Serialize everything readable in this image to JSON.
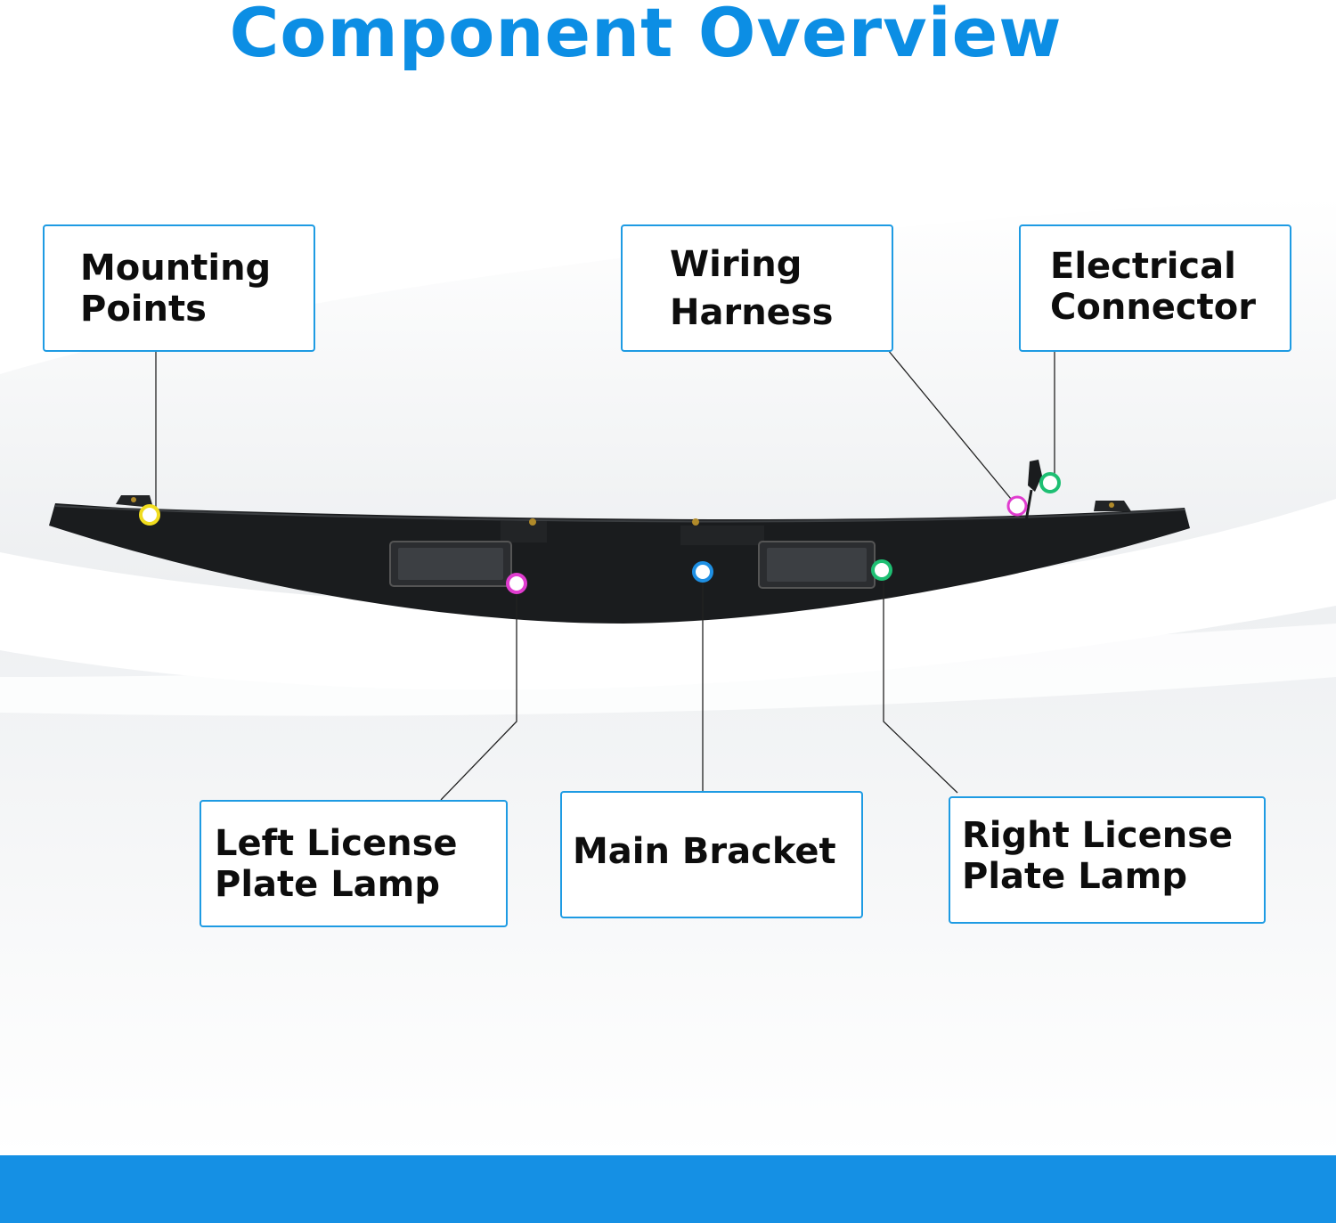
{
  "title": "Component Overview",
  "colors": {
    "title": "#0c8ee4",
    "callout_border": "#1e9be3",
    "bottom_bar": "#1590e4",
    "bracket": "#1a1c1e",
    "marker_yellow": "#f0dc1e",
    "marker_magenta": "#e03ccf",
    "marker_blue": "#1e8fe3",
    "marker_green": "#1ebf73"
  },
  "callouts": {
    "mounting_points": {
      "line1": "Mounting",
      "line2": "Points"
    },
    "wiring_harness": {
      "line1": "Wiring",
      "line2": "Harness"
    },
    "electrical_connector": {
      "line1": "Electrical",
      "line2": "Connector"
    },
    "left_lamp": {
      "line1": "Left License",
      "line2": "Plate Lamp"
    },
    "main_bracket": {
      "line1": "Main Bracket"
    },
    "right_lamp": {
      "line1": "Right License",
      "line2": "Plate Lamp"
    }
  }
}
